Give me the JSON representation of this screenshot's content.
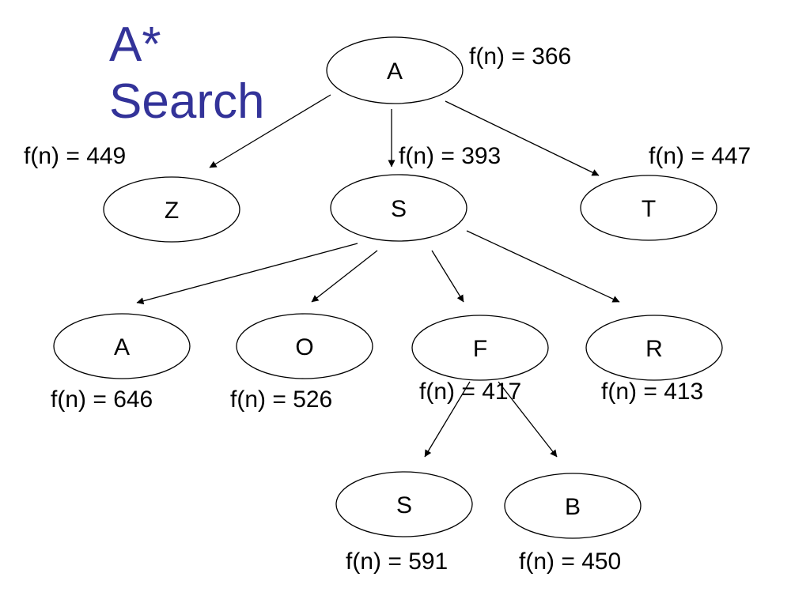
{
  "title": {
    "line1": "A*",
    "line2": "Search"
  },
  "colors": {
    "title": "#333399",
    "ink": "#000000",
    "background": "#ffffff"
  },
  "tree": {
    "nodes": [
      {
        "id": "root-a",
        "label": "A",
        "f_label": "f(n) = 366"
      },
      {
        "id": "z",
        "label": "Z",
        "f_label": "f(n) = 449"
      },
      {
        "id": "s",
        "label": "S",
        "f_label": "f(n) = 393"
      },
      {
        "id": "t",
        "label": "T",
        "f_label": "f(n) = 447"
      },
      {
        "id": "a2",
        "label": "A",
        "f_label": "f(n) = 646"
      },
      {
        "id": "o",
        "label": "O",
        "f_label": "f(n) = 526"
      },
      {
        "id": "f",
        "label": "F",
        "f_label": "f(n) = 417"
      },
      {
        "id": "r",
        "label": "R",
        "f_label": "f(n) = 413"
      },
      {
        "id": "s2",
        "label": "S",
        "f_label": "f(n) = 591"
      },
      {
        "id": "b",
        "label": "B",
        "f_label": "f(n) = 450"
      }
    ],
    "edges": [
      {
        "from": "root-a",
        "to": "z"
      },
      {
        "from": "root-a",
        "to": "s"
      },
      {
        "from": "root-a",
        "to": "t"
      },
      {
        "from": "s",
        "to": "a2"
      },
      {
        "from": "s",
        "to": "o"
      },
      {
        "from": "s",
        "to": "f"
      },
      {
        "from": "s",
        "to": "r"
      },
      {
        "from": "f",
        "to": "s2"
      },
      {
        "from": "f",
        "to": "b"
      }
    ]
  }
}
